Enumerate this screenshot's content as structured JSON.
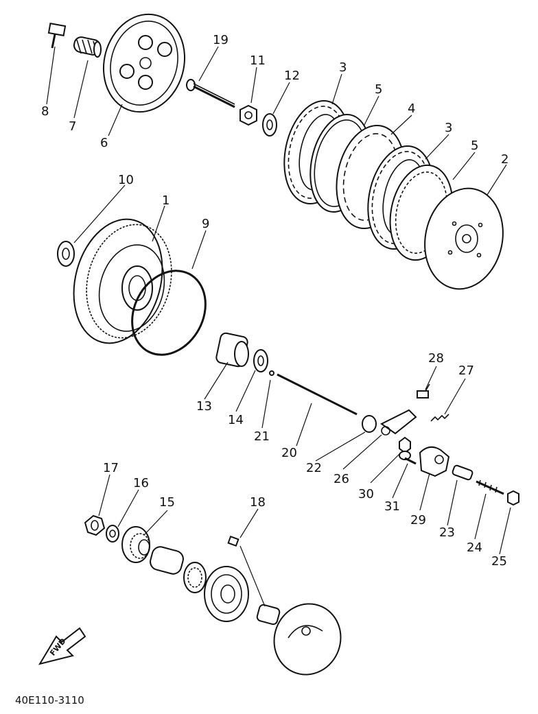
{
  "diagram": {
    "part_code": "40E110-3110",
    "fwd_label": "FWD",
    "callouts": [
      "1",
      "2",
      "3",
      "3",
      "4",
      "5",
      "5",
      "6",
      "7",
      "8",
      "9",
      "10",
      "11",
      "12",
      "13",
      "14",
      "15",
      "16",
      "17",
      "18",
      "19",
      "20",
      "21",
      "22",
      "23",
      "24",
      "25",
      "26",
      "27",
      "28",
      "29",
      "30",
      "31"
    ],
    "colors": {
      "ink": "#111111",
      "paper": "#ffffff"
    }
  }
}
